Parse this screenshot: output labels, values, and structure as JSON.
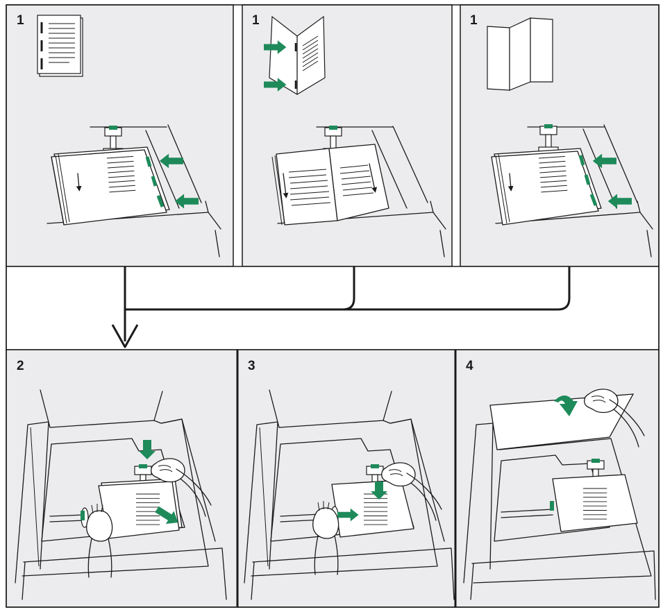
{
  "steps": {
    "s1a": "1",
    "s1b": "1",
    "s1c": "1",
    "s2": "2",
    "s3": "3",
    "s4": "4"
  },
  "colors": {
    "accent_green": "#1e8a5a",
    "panel_fill": "#ececee",
    "ink": "#1a1a1a"
  },
  "icons": {
    "panel1a": "stapled-document-icon",
    "panel1b": "saddle-folded-booklet-icon",
    "panel1c": "z-folded-sheet-icon",
    "arrows": "green-direction-arrow-icon"
  }
}
